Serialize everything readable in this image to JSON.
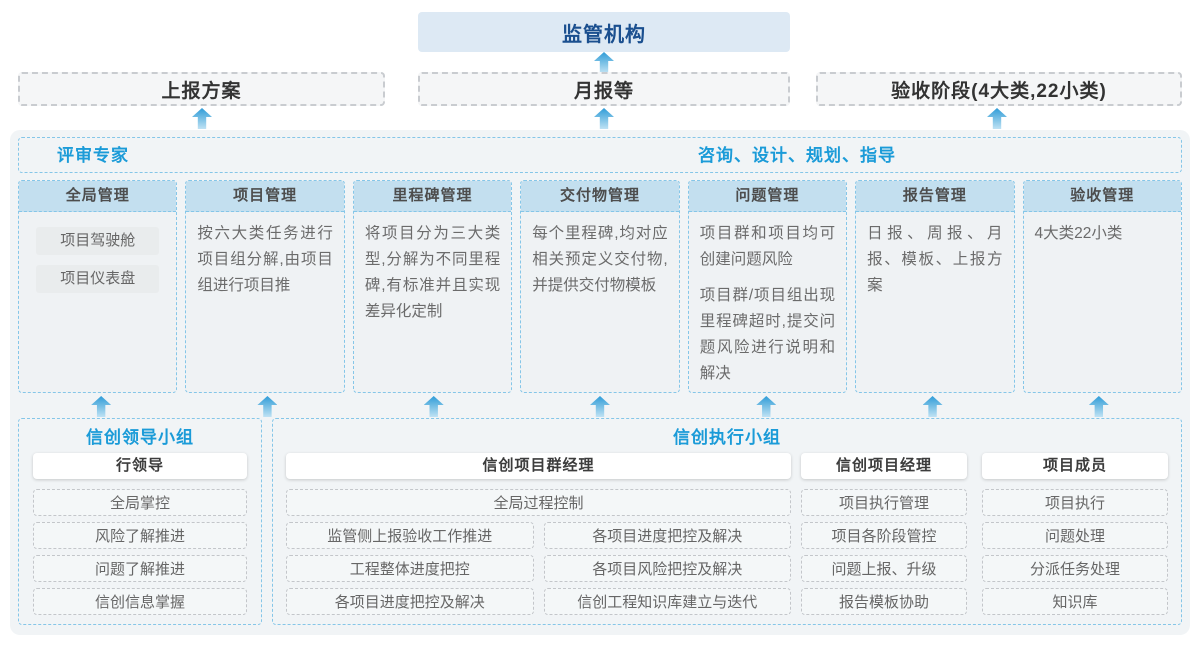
{
  "colors": {
    "accent_blue": "#1b9bd8",
    "regulator_text": "#1a4f8f",
    "regulator_bg": "#dde9f4",
    "column_header_bg": "#c3dfef",
    "panel_bg": "#f1f4f6",
    "dashed_blue_border": "#85c6e8",
    "arrow_top": "#2f9cd8",
    "arrow_bottom": "#bfe2f4"
  },
  "top": {
    "regulator": "监管机构",
    "reports": [
      "上报方案",
      "月报等",
      "验收阶段(4大类,22小类)"
    ]
  },
  "experts": {
    "left": "评审专家",
    "right": "咨询、设计、规划、指导"
  },
  "columns": [
    {
      "title": "全局管理",
      "pills": [
        "项目驾驶舱",
        "项目仪表盘"
      ]
    },
    {
      "title": "项目管理",
      "paragraphs": [
        "按六大类任务进行项目组分解,由项目组进行项目推"
      ]
    },
    {
      "title": "里程碑管理",
      "paragraphs": [
        "将项目分为三大类型,分解为不同里程碑,有标准并且实现差异化定制"
      ]
    },
    {
      "title": "交付物管理",
      "paragraphs": [
        "每个里程碑,均对应相关预定义交付物,并提供交付物模板"
      ]
    },
    {
      "title": "问题管理",
      "paragraphs": [
        "项目群和项目均可创建问题风险",
        "项目群/项目组出现里程碑超时,提交问题风险进行说明和解决"
      ]
    },
    {
      "title": "报告管理",
      "paragraphs": [
        "日报、周报、月报、模板、上报方案"
      ]
    },
    {
      "title": "验收管理",
      "paragraphs": [
        "4大类22小类"
      ]
    }
  ],
  "leader_group": {
    "title": "信创领导小组",
    "role": "行领导",
    "items": [
      "全局掌控",
      "风险了解推进",
      "问题了解推进",
      "信创信息掌握"
    ]
  },
  "exec_group": {
    "title": "信创执行小组",
    "pg_manager": {
      "role": "信创项目群经理",
      "full_item": "全局过程控制",
      "left_items": [
        "监管侧上报验收工作推进",
        "工程整体进度把控",
        "各项目进度把控及解决"
      ],
      "right_items": [
        "各项目进度把控及解决",
        "各项目风险把控及解决",
        "信创工程知识库建立与迭代"
      ]
    },
    "pm": {
      "role": "信创项目经理",
      "items": [
        "项目执行管理",
        "项目各阶段管控",
        "问题上报、升级",
        "报告模板协助"
      ]
    },
    "member": {
      "role": "项目成员",
      "items": [
        "项目执行",
        "问题处理",
        "分派任务处理",
        "知识库"
      ]
    }
  }
}
